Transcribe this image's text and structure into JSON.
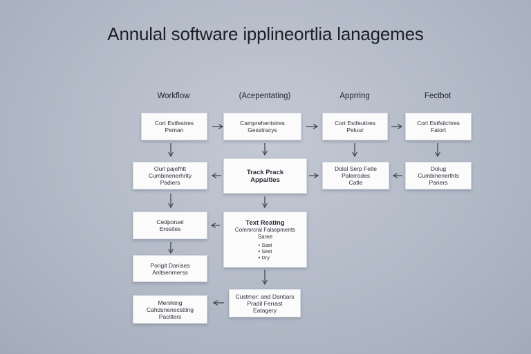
{
  "title": "Annulal software ipplineortlia lanagemes",
  "columns": [
    "Workflow",
    "(Acepentating)",
    "Apprring",
    "Fectbot"
  ],
  "boxes": {
    "b1": [
      "Cort Estfestres",
      "Peman"
    ],
    "b2": [
      "Camprehentsires",
      "Gesstracys"
    ],
    "b3": [
      "Cort Estfeuttres",
      "Peluur"
    ],
    "b4": [
      "Cort Estfsilchres",
      "Fatort"
    ],
    "b5": [
      "Ourl pajefhtt",
      "Cumbinenerhrity",
      "Padiers"
    ],
    "b6": [
      "Track Prack",
      "Appaitles"
    ],
    "b7": [
      "Dolal Serp Fetle",
      "Palerrodes",
      "Catle"
    ],
    "b8": [
      "Dolug",
      "Cumbinenerthls",
      "Paners"
    ],
    "b9": [
      "Cedporuel",
      "Erosites"
    ],
    "b10": [
      "Text Reating",
      "Commrcral Falsepments",
      "Saree"
    ],
    "b10_list": [
      "• Sast",
      "• Sest",
      "• Dry"
    ],
    "b11": [
      "Porigit Danises",
      "Anltsenmerss"
    ],
    "b12": [
      "Custmor: and Dantiars",
      "Pradil Ferrast",
      "Eatagery"
    ],
    "b13": [
      "Menrking",
      "Cahdsnenecstting",
      "Pacilters"
    ]
  }
}
